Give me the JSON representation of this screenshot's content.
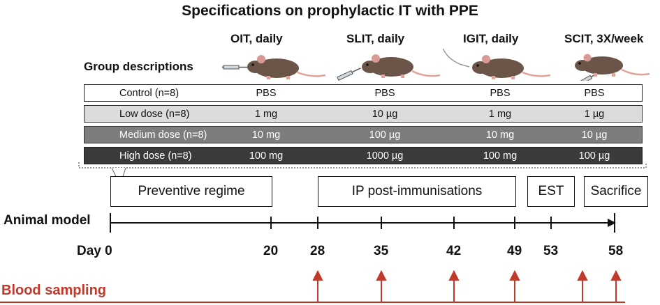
{
  "title": "Specifications on prophylactic IT with PPE",
  "routes": [
    "OIT, daily",
    "SLIT, daily",
    "IGIT, daily",
    "SCIT, 3X/week"
  ],
  "group_descriptions_label": "Group descriptions",
  "groups": [
    {
      "label": "Control (n=8)",
      "doses": [
        "PBS",
        "PBS",
        "PBS",
        "PBS"
      ]
    },
    {
      "label": "Low dose (n=8)",
      "doses": [
        "1 mg",
        "10 µg",
        "1 mg",
        "1 µg"
      ]
    },
    {
      "label": "Medium dose (n=8)",
      "doses": [
        "10 mg",
        "100 µg",
        "10 mg",
        "10 µg"
      ]
    },
    {
      "label": "High dose (n=8)",
      "doses": [
        "100 mg",
        "1000 µg",
        "100 mg",
        "100 µg"
      ]
    }
  ],
  "phases": [
    "Preventive regime",
    "IP post-immunisations",
    "EST",
    "Sacrifice"
  ],
  "timeline": {
    "label": "Animal model",
    "day_prefix": "Day",
    "days": [
      "0",
      "20",
      "28",
      "35",
      "42",
      "49",
      "53",
      "58"
    ],
    "blood_sampling_label": "Blood sampling"
  },
  "colors": {
    "blood": "#c0392b",
    "mouse_body": "#6b5548",
    "mouse_tail": "#e0a39a"
  }
}
